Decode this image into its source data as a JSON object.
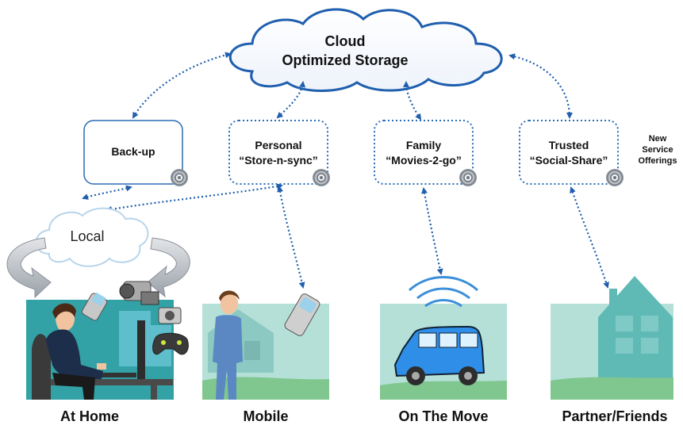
{
  "cloud": {
    "line1": "Cloud",
    "line2": "Optimized Storage"
  },
  "services": {
    "backup": {
      "label": "Back-up"
    },
    "personal": {
      "line1": "Personal",
      "line2": "“Store-n-sync”"
    },
    "family": {
      "line1": "Family",
      "line2": "“Movies-2-go”"
    },
    "trusted": {
      "line1": "Trusted",
      "line2": "“Social-Share”"
    }
  },
  "local": {
    "label": "Local"
  },
  "new_offerings": {
    "line1": "New",
    "line2": "Service",
    "line3": "Offerings"
  },
  "scenes": {
    "home": "At Home",
    "mobile": "Mobile",
    "move": "On The Move",
    "partner": "Partner/Friends"
  },
  "colors": {
    "connector": "#1f5fae",
    "cloud_outline": "#1f5fae",
    "box_border": "#2a6cb5",
    "scene_sky": "#a9d9d2",
    "scene_ground": "#7fc78f",
    "car": "#2f8fe8"
  }
}
